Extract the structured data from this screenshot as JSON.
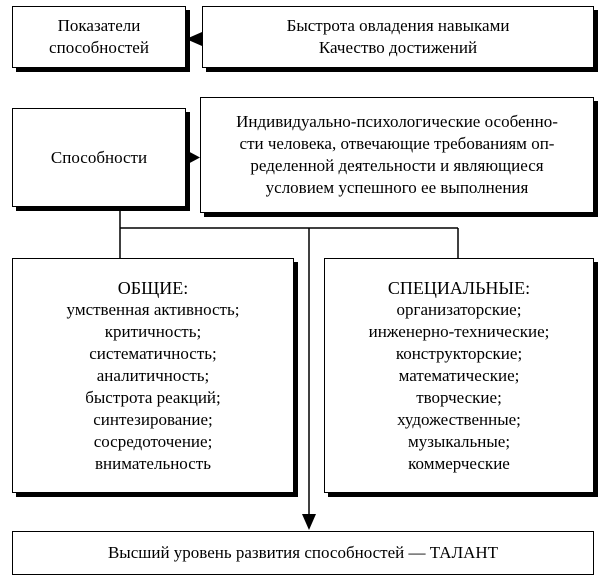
{
  "abilities_indicators": {
    "label": [
      "Показатели",
      "способностей"
    ],
    "details": [
      "Быстрота овладения навыками",
      "Качество достижений"
    ]
  },
  "abilities": {
    "label": "Способности",
    "definition": [
      "Индивидуально-психологические особенно-",
      "сти человека, отвечающие требованиям оп-",
      "ределенной деятельности и являющиеся",
      "условием успешного ее выполнения"
    ]
  },
  "general": {
    "title": "ОБЩИЕ:",
    "items": [
      "умственная активность;",
      "критичность;",
      "систематичность;",
      "аналитичность;",
      "быстрота реакций;",
      "синтезирование;",
      "сосредоточение;",
      "внимательность"
    ]
  },
  "special": {
    "title": "СПЕЦИАЛЬНЫЕ:",
    "items": [
      "организаторские;",
      "инженерно-технические;",
      "конструкторские;",
      "математические;",
      "творческие;",
      "художественные;",
      "музыкальные;",
      "коммерческие"
    ]
  },
  "talent": {
    "label": "Высший уровень развития способностей — ТАЛАНТ"
  }
}
